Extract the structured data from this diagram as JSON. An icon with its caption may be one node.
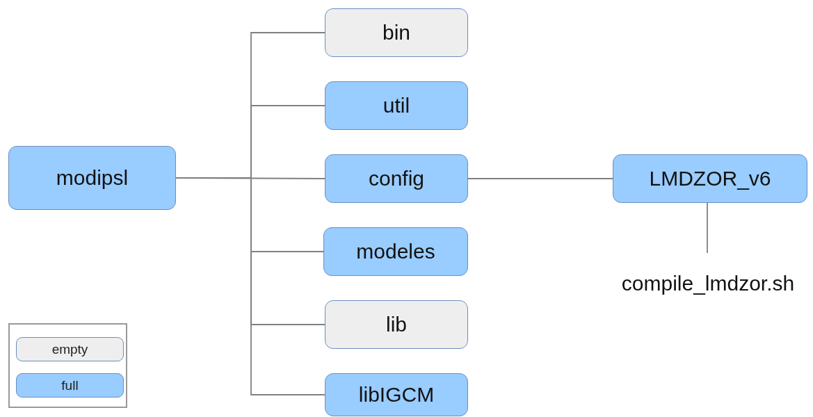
{
  "diagram": {
    "nodes": [
      {
        "text": [
          "modipsl"
        ]
      },
      {
        "text": [
          "bin"
        ]
      },
      {
        "text": [
          "util"
        ]
      },
      {
        "text": [
          "config"
        ]
      },
      {
        "text": [
          "modeles"
        ]
      },
      {
        "text": [
          "lib"
        ]
      },
      {
        "text": [
          "libIGCM"
        ]
      },
      {
        "text": [
          "LMDZOR_v6"
        ]
      },
      {
        "text": [
          "compile_lmdzor.sh"
        ]
      }
    ],
    "edges": [
      {
        "from": 0,
        "to": 1,
        "arrow": "none"
      },
      {
        "from": 0,
        "to": 2,
        "arrow": "none"
      },
      {
        "from": 0,
        "to": 3,
        "arrow": "none"
      },
      {
        "from": 0,
        "to": 4,
        "arrow": "none"
      },
      {
        "from": 0,
        "to": 5,
        "arrow": "none"
      },
      {
        "from": 0,
        "to": 6,
        "arrow": "none"
      },
      {
        "from": 3,
        "to": 7,
        "arrow": "none"
      },
      {
        "from": 7,
        "to": 8,
        "arrow": "none"
      }
    ],
    "legend": [
      {
        "text": "empty",
        "color": "#eeeeee"
      },
      {
        "text": "full",
        "color": "#99ccff"
      }
    ]
  }
}
